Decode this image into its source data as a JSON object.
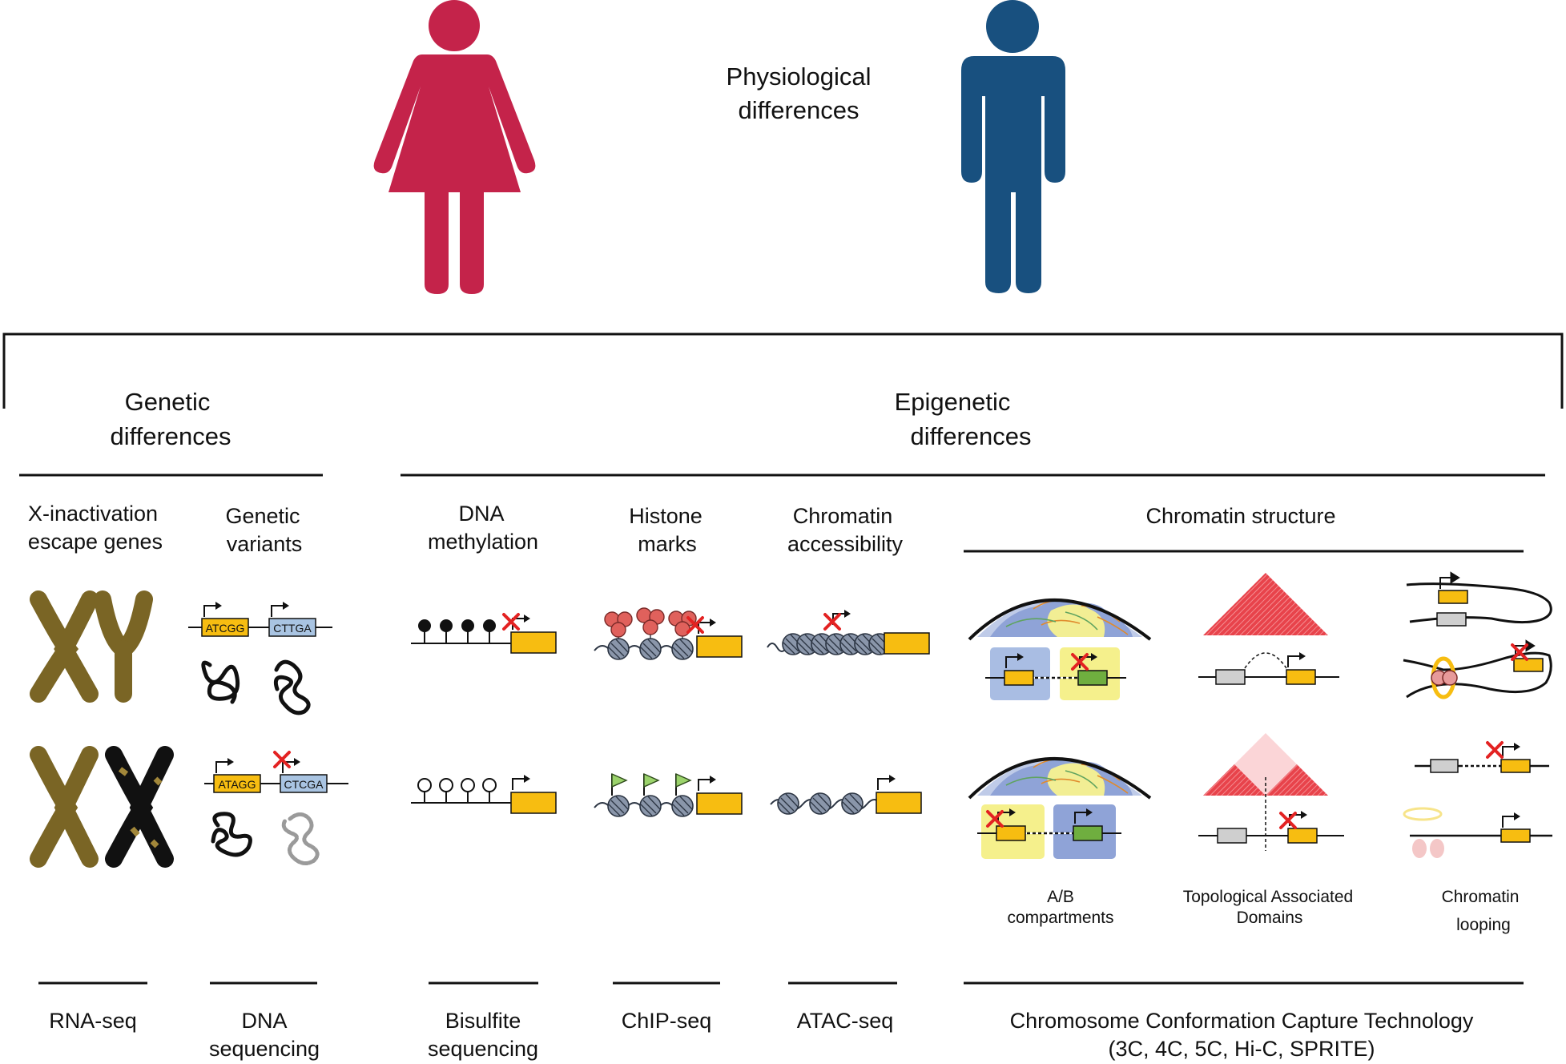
{
  "header": {
    "physio_line1": "Physiological",
    "physio_line2": "differences"
  },
  "groups": {
    "genetic_line1": "Genetic",
    "genetic_line2": "differences",
    "epigenetic_line1": "Epigenetic",
    "epigenetic_line2": "differences"
  },
  "columns": {
    "xinact_line1": "X-inactivation",
    "xinact_line2": "escape genes",
    "variants_line1": "Genetic",
    "variants_line2": "variants",
    "dnameth_line1": "DNA",
    "dnameth_line2": "methylation",
    "histone_line1": "Histone",
    "histone_line2": "marks",
    "access_line1": "Chromatin",
    "access_line2": "accessibility",
    "structure": "Chromatin structure"
  },
  "sequences": {
    "top_left": "ATCGG",
    "top_right": "CTTGA",
    "bottom_left": "ATAGG",
    "bottom_right": "CTCGA"
  },
  "sublabels": {
    "ab_line1": "A/B",
    "ab_line2": "compartments",
    "tad_line1": "Topological Associated",
    "tad_line2": "Domains",
    "loop_line1": "Chromatin",
    "loop_line2": "looping"
  },
  "methods": {
    "rnaseq": "RNA-seq",
    "dnaseq_line1": "DNA",
    "dnaseq_line2": "sequencing",
    "bisulfite_line1": "Bisulfite",
    "bisulfite_line2": "sequencing",
    "chipseq": "ChIP-seq",
    "atacseq": "ATAC-seq",
    "ccc_line1": "Chromosome Conformation Capture Technology",
    "ccc_line2": "(3C, 4C, 5C, Hi-C, SPRITE)"
  },
  "colors": {
    "female": "#c4234a",
    "male": "#18507f",
    "gene_box": "#f7bd11",
    "chromosome": "#7a6525",
    "histone": "#8a96aa",
    "mark_red": "#e0615c",
    "mark_green": "#9bd36b",
    "tad": "#e8434b",
    "comp_blue": "#9fb2dc",
    "comp_yellow": "#f5f08c",
    "cross": "#e32222"
  }
}
